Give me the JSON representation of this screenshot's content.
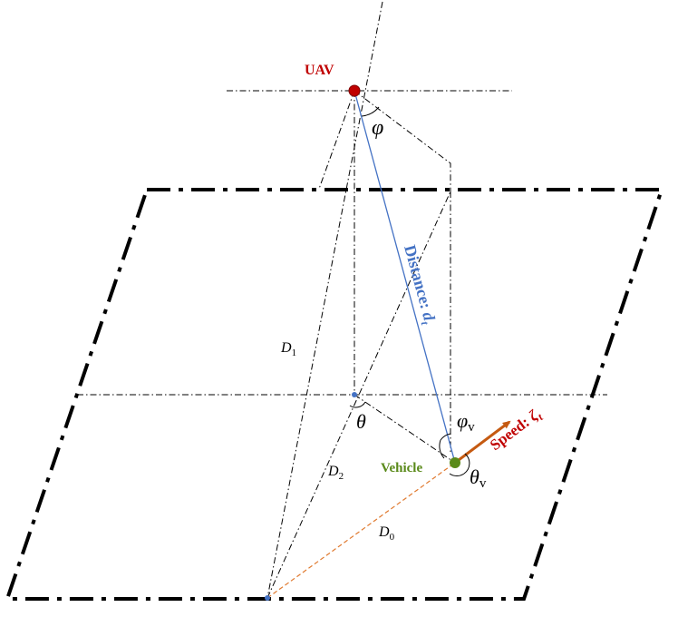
{
  "labels": {
    "uav": "UAV",
    "vehicle": "Vehicle",
    "phi": "φ",
    "theta": "θ",
    "phi_v": "φ",
    "phi_v_sub": "v",
    "theta_v": "θ",
    "theta_v_sub": "v",
    "d1": "D",
    "d1_sub": "1",
    "d2": "D",
    "d2_sub": "2",
    "d0": "D",
    "d0_sub": "0",
    "distance": "Distance: ",
    "distance_var": "d",
    "distance_sub": "t",
    "speed": "Speed: ",
    "speed_var": "ζ",
    "speed_sub": "t"
  },
  "colors": {
    "uav": "#c00000",
    "uav_label": "#c00000",
    "vehicle": "#5a8a1a",
    "vehicle_label": "#5a8a1a",
    "distance": "#4472c4",
    "speed": "#c55a11",
    "speed_label": "#c00000",
    "d0_line": "#e07a30",
    "frame": "#000000",
    "point": "#4472c4"
  }
}
